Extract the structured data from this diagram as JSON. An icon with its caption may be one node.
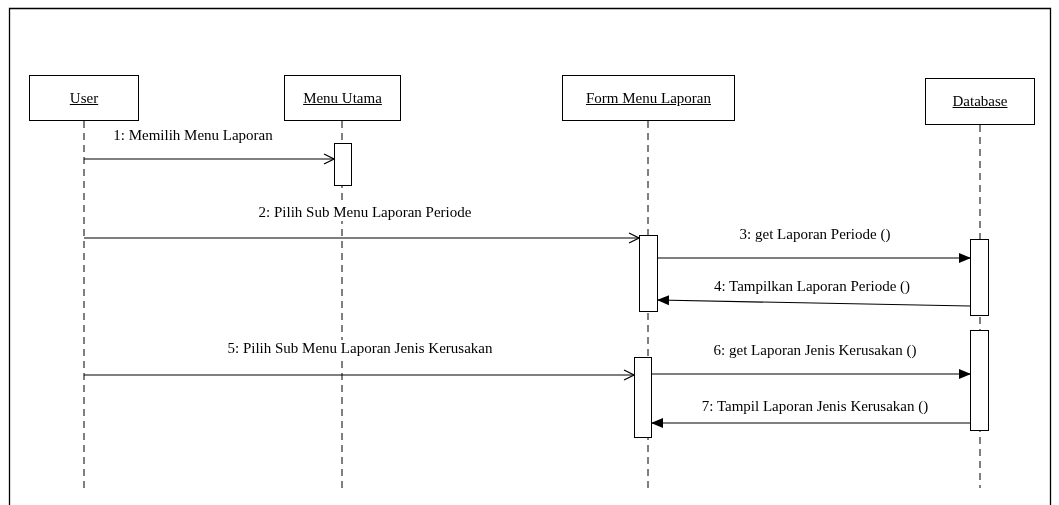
{
  "diagram": {
    "nodes": [
      {
        "text": [
          "User"
        ]
      },
      {
        "text": [
          "Menu Utama"
        ]
      },
      {
        "text": [
          "Form Menu Laporan"
        ]
      },
      {
        "text": [
          "Database"
        ]
      },
      {
        "text": [],
        "shape": "line"
      },
      {
        "text": [],
        "shape": "line"
      },
      {
        "text": [],
        "shape": "line"
      },
      {
        "text": [],
        "shape": "line"
      },
      {
        "text": [],
        "shape": "bar"
      },
      {
        "text": [],
        "shape": "bar"
      },
      {
        "text": [],
        "shape": "bar"
      },
      {
        "text": [],
        "shape": "bar"
      },
      {
        "text": [],
        "shape": "bar"
      }
    ],
    "edges": [
      {
        "from": 4,
        "to": 8,
        "arrow": "to",
        "label": "1: Memilih Menu Laporan"
      },
      {
        "from": 4,
        "to": 9,
        "arrow": "to",
        "label": "2: Pilih Sub Menu Laporan Periode"
      },
      {
        "from": 9,
        "to": 11,
        "arrow": "to",
        "label": "3: get Laporan Periode ()"
      },
      {
        "from": 11,
        "to": 9,
        "arrow": "to",
        "label": "4: Tampilkan Laporan Periode ()"
      },
      {
        "from": 4,
        "to": 10,
        "arrow": "to",
        "label": "5: Pilih Sub Menu Laporan Jenis Kerusakan"
      },
      {
        "from": 10,
        "to": 12,
        "arrow": "to",
        "label": "6: get Laporan Jenis Kerusakan ()"
      },
      {
        "from": 12,
        "to": 10,
        "arrow": "to",
        "label": "7: Tampil Laporan Jenis Kerusakan ()"
      }
    ]
  }
}
